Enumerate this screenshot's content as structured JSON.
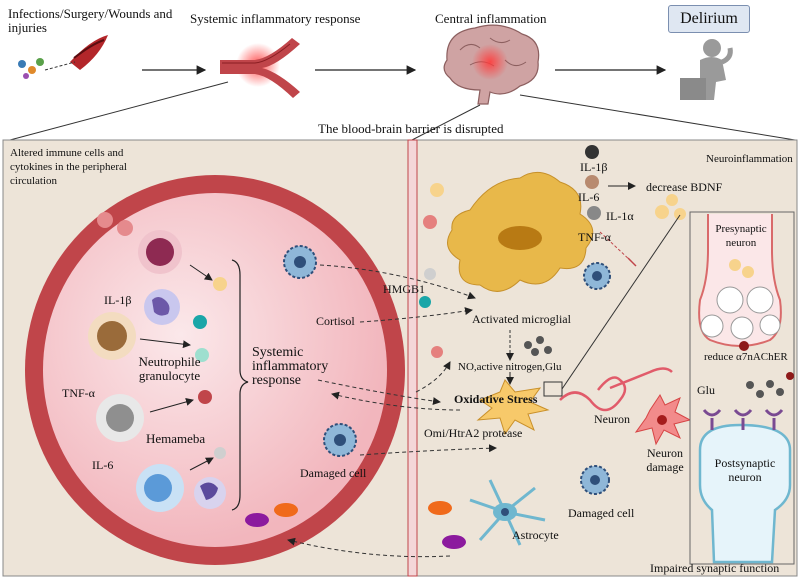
{
  "top": {
    "stage1": "Infections/Surgery/Wounds and injuries",
    "stage2": "Systemic inflammatory response",
    "stage3": "Central inflammation",
    "stage4": "Delirium"
  },
  "bbb_label": "The blood-brain barrier is disrupted",
  "left_panel": {
    "title": "Altered immune cells and cytokines in the peripheral circulation",
    "il1b": "IL-1β",
    "neutrophil": "Neutrophile granulocyte",
    "tnfa": "TNF-α",
    "hemameba": "Hemameba",
    "il6": "IL-6",
    "systemic": "Systemic inflammatory response",
    "damaged_cell": "Damaged cell"
  },
  "right_panel": {
    "title": "Neuroinflammation",
    "il1b": "IL-1β",
    "il6": "IL-6",
    "il1a": "IL-1α",
    "tnfa": "TNF-α",
    "bdnf": "decrease BDNF",
    "hmgb1": "HMGB1",
    "cortisol": "Cortisol",
    "microglia": "Activated microglial",
    "no": "NO,active nitrogen,Glu",
    "oxidative": "Oxidative Stress",
    "omi": "Omi/HtrA2 protease",
    "neuron": "Neuron",
    "neuron_damage": "Neuron damage",
    "damaged_cell": "Damaged cell",
    "astrocyte": "Astrocyte",
    "presynaptic": "Presynaptic neuron",
    "reduce": "reduce α7nAChER",
    "glu": "Glu",
    "postsynaptic": "Postsynaptic neuron",
    "impaired": "Impaired synaptic function"
  },
  "colors": {
    "vessel_red": "#c0454a",
    "vessel_fill": "#f7cdd0",
    "panel_bg": "#ede4d8",
    "microglia": "#e8b84a",
    "synapse_outline": "#d96a6a",
    "post_outline": "#6fb7cf"
  },
  "icons": [
    "wound-icon",
    "vessel-icon",
    "brain-icon",
    "thinking-person-icon",
    "virus-icon"
  ]
}
